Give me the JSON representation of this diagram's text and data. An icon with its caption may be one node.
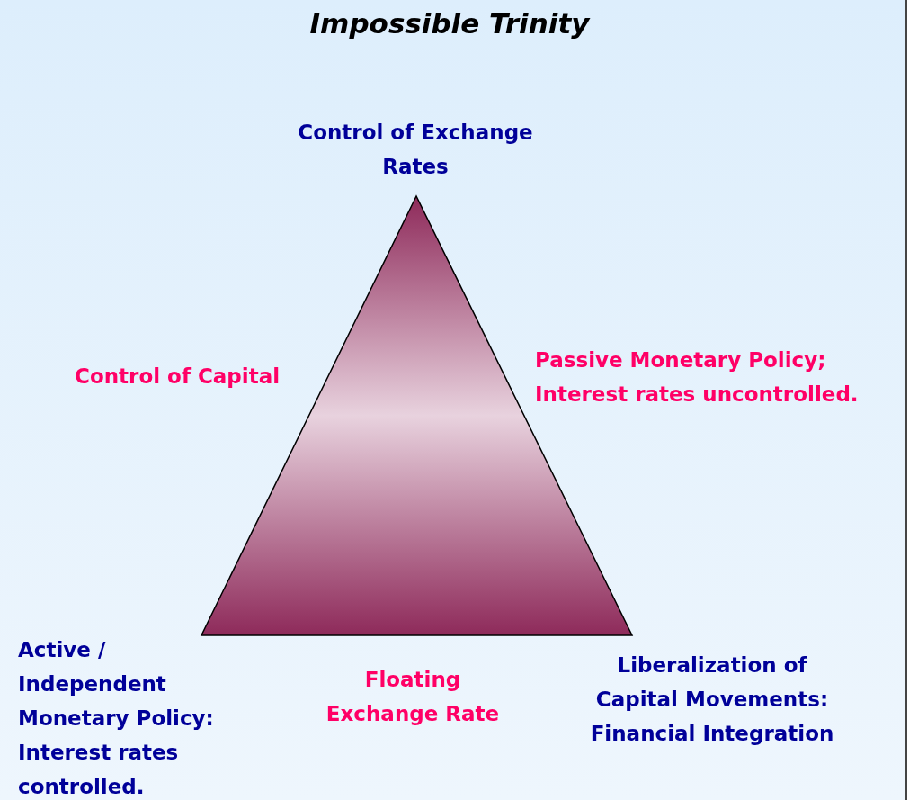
{
  "diagram": {
    "title": "Impossible Trinity",
    "nodes": [
      {
        "text": [],
        "shape": "triangle"
      }
    ],
    "labels": [
      "Control of Exchange Rates",
      "Control of Capital",
      "Passive Monetary Policy; Interest rates uncontrolled.",
      "Active / Independent Monetary Policy: Interest rates controlled.",
      "Floating Exchange Rate",
      "Liberalization of Capital Movements: Financial Integration"
    ]
  }
}
